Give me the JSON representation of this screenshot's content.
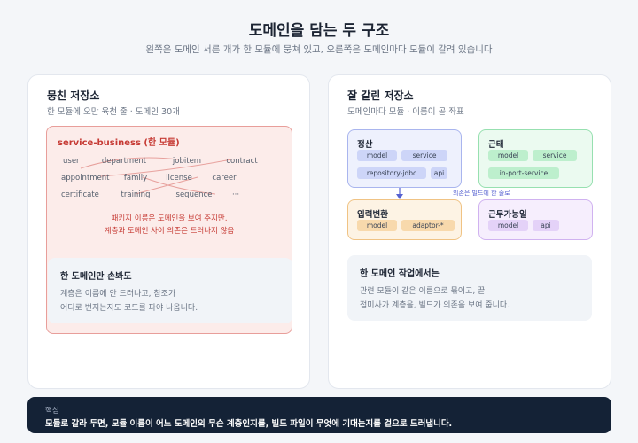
{
  "header": {
    "title": "도메인을 담는 두 구조",
    "subtitle": "왼쪽은 도메인 서른 개가 한 모듈에 뭉쳐 있고, 오른쪽은 도메인마다 모듈이 갈려 있습니다"
  },
  "left": {
    "title": "뭉친 저장소",
    "subtitle": "한 모듈에 오만 육천 줄 · 도메인 30개",
    "module": {
      "title": "service-business (한 모듈)",
      "domains": [
        "user",
        "department",
        "jobitem",
        "contract",
        "appointment",
        "family",
        "license",
        "career",
        "certificate",
        "training",
        "sequence",
        "···"
      ],
      "warning_line1": "패키지 이름은 도메인을 보여 주지만,",
      "warning_line2": "계층과 도메인 사이 의존은 드러나지 않음"
    },
    "cost": {
      "title": "한 도메인만 손봐도",
      "line1": "계층은 이름에 안 드러나고, 참조가",
      "line2": "어디로 번지는지도 코드를 파야 나옵니다."
    }
  },
  "right": {
    "title": "잘 갈린 저장소",
    "subtitle": "도메인마다 모듈 · 이름이 곧 좌표",
    "modules": {
      "settlement": {
        "title": "정산",
        "chips": [
          "model",
          "service",
          "repository-jdbc",
          "api"
        ]
      },
      "attendance": {
        "title": "근태",
        "chips": [
          "model",
          "service",
          "in-port-service"
        ]
      },
      "input": {
        "title": "입력변환",
        "chips": [
          "model",
          "adaptor-*"
        ]
      },
      "availability": {
        "title": "근무가능일",
        "chips": [
          "model",
          "api"
        ]
      }
    },
    "dependency_label": "의존은 빌드에 한 줄로",
    "work": {
      "title": "한 도메인 작업에서는",
      "line1": "관련 모듈이 같은 이름으로 묶이고, 끝",
      "line2": "접미사가 계층을, 빌드가 의존을 보여 줍니다."
    }
  },
  "footer": {
    "label": "핵심",
    "text": "모듈로 갈라 두면, 모듈 이름이 어느 도메인의 무슨 계층인지를, 빌드 파일이 무엇에 기대는지를 겉으로 드러냅니다."
  },
  "colors": {
    "accent_red": "#c63a34",
    "settlement": "#a9b5ee",
    "attendance": "#97e0b0",
    "input": "#f0c384",
    "availability": "#d0b2f0",
    "footer_bg": "#142236"
  }
}
